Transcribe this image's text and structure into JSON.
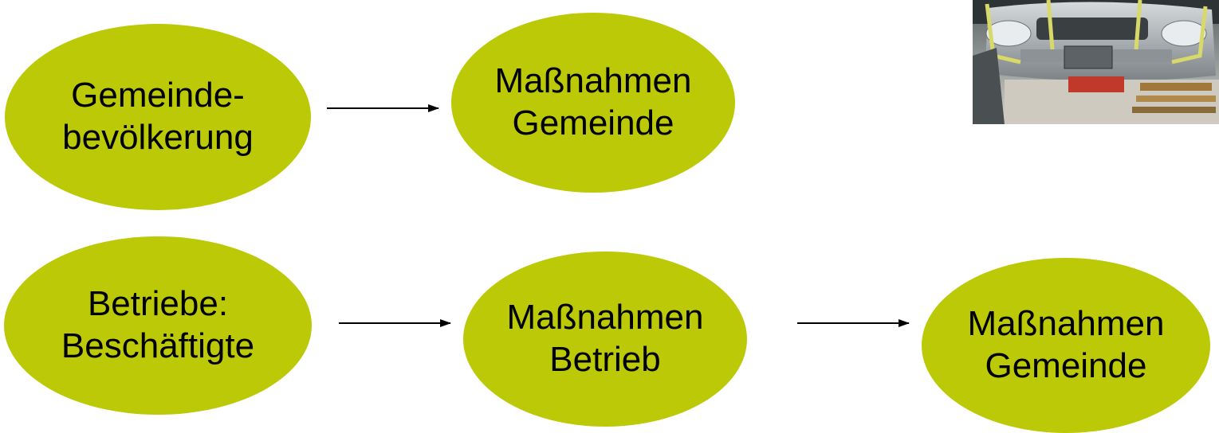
{
  "colors": {
    "node_fill": "#bcc906",
    "arrow": "#000000"
  },
  "nodes": {
    "gemeindebevoelkerung": {
      "line1": "Gemeinde-",
      "line2": "bevölkerung"
    },
    "massnahmen_gemeinde_top": {
      "line1": "Maßnahmen",
      "line2": "Gemeinde"
    },
    "betriebe": {
      "line1": "Betriebe:",
      "line2": "Beschäftigte"
    },
    "massnahmen_betrieb": {
      "line1": "Maßnahmen",
      "line2": "Betrieb"
    },
    "massnahmen_gemeinde_bottom": {
      "line1": "Maßnahmen",
      "line2": "Gemeinde"
    }
  },
  "photo": {
    "icon": "car-assembly-photo"
  }
}
